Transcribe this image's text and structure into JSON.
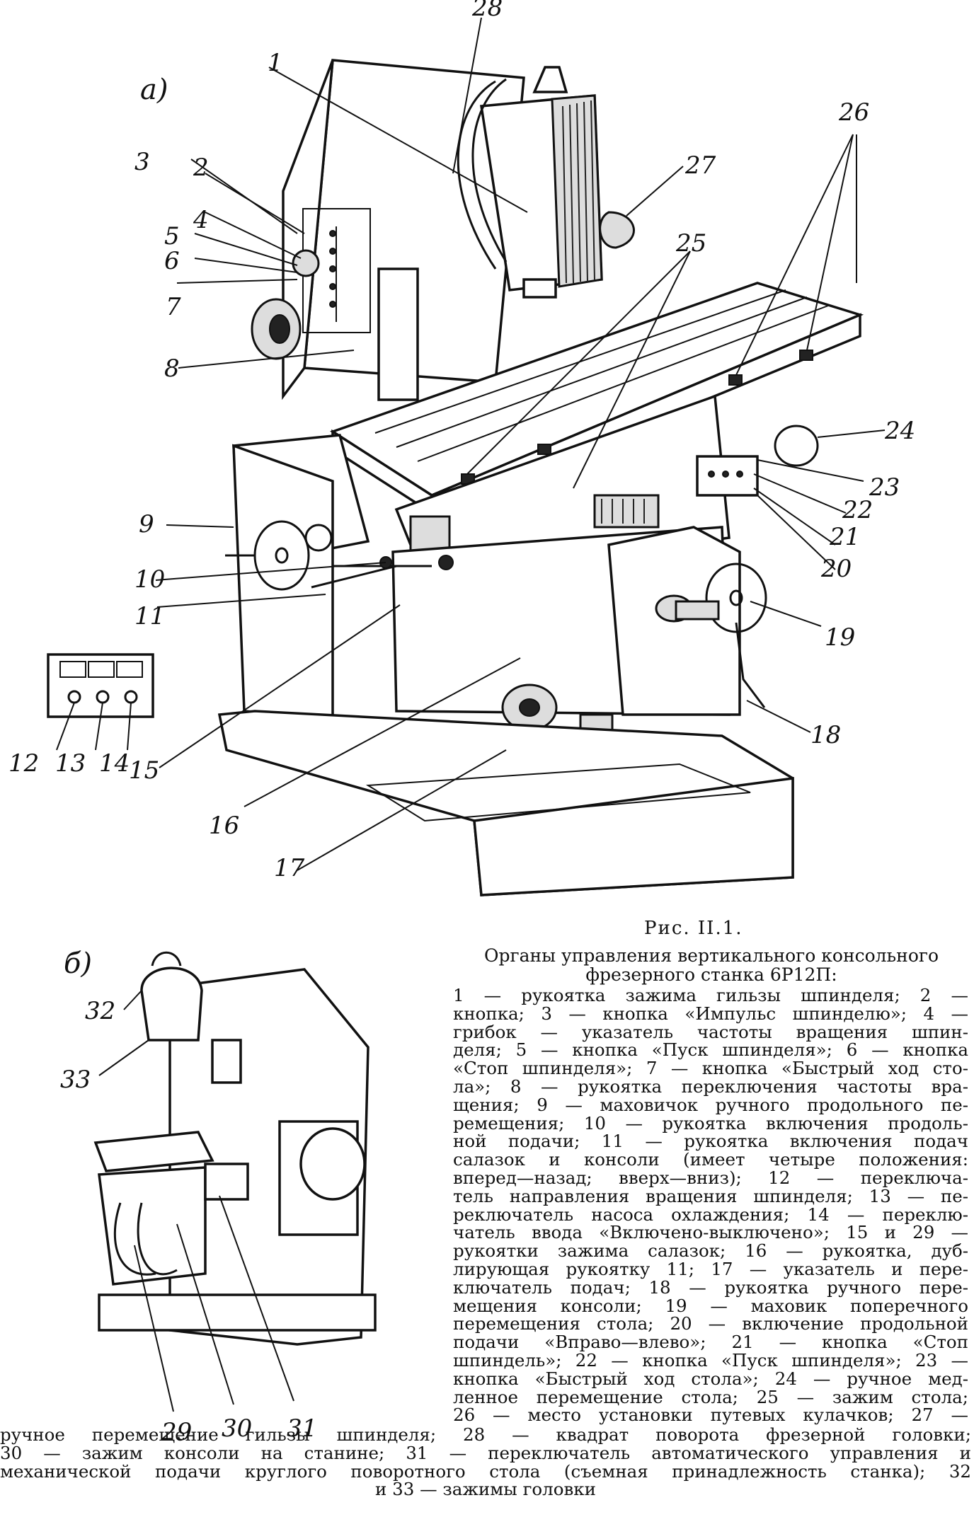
{
  "figure": {
    "title": "Рис. II.1.",
    "sub_a": "а)",
    "sub_b": "б)",
    "callouts": [
      "1",
      "2",
      "3",
      "4",
      "5",
      "6",
      "7",
      "8",
      "9",
      "10",
      "11",
      "12",
      "13",
      "14",
      "15",
      "16",
      "17",
      "18",
      "19",
      "20",
      "21",
      "22",
      "23",
      "24",
      "25",
      "26",
      "27",
      "28",
      "29",
      "30",
      "31",
      "32",
      "33"
    ]
  },
  "caption": {
    "heading": [
      "Органы управления вертикального консольного",
      "фрезерного станка 6Р12П:"
    ],
    "right_lines": [
      "1 — рукоятка зажима гильзы шпинделя; 2 —",
      "кнопка; 3 — кнопка «Импульс шпинделю»; 4 —",
      "грибок — указатель частоты вращения шпин-",
      "деля; 5 — кнопка «Пуск шпинделя»; 6 — кнопка",
      "«Стоп шпинделя»; 7 — кнопка «Быстрый ход сто-",
      "ла»; 8 — рукоятка переключения частоты вра-",
      "щения; 9 — маховичок ручного продольного пе-",
      "ремещения; 10 — рукоятка включения продоль-",
      "ной подачи; 11 — рукоятка включения подач",
      "салазок и консоли (имеет четыре положения:",
      "вперед—назад; вверх—вниз); 12 — переключа-",
      "тель направления вращения шпинделя; 13 — пе-",
      "реключатель насоса охлаждения; 14 — переклю-",
      "чатель ввода «Включено-выключено»; 15 и 29 —",
      "рукоятки зажима салазок; 16 — рукоятка, дуб-",
      "лирующая рукоятку 11; 17 — указатель и пере-",
      "ключатель подач; 18 — рукоятка ручного пере-",
      "мещения консоли; 19 — маховик поперечного",
      "перемещения стола; 20 — включение продольной",
      "подачи «Вправо—влево»; 21 — кнопка «Стоп",
      "шпиндель»; 22 — кнопка «Пуск шпинделя»; 23 —",
      "кнопка «Быстрый ход стола»; 24 — ручное мед-",
      "ленное перемещение стола; 25 — зажим стола;",
      "26 — место установки путевых кулачков; 27 —"
    ],
    "bottom_lines": [
      "ручное перемещение гильзы шпинделя; 28 — квадрат поворота фрезерной головки;",
      "30 — зажим консоли на станине; 31 — переключатель автоматического управления и",
      "механической подачи круглого поворотного стола (съемная принадлежность станка); 32",
      "и 33 — зажимы головки"
    ]
  }
}
